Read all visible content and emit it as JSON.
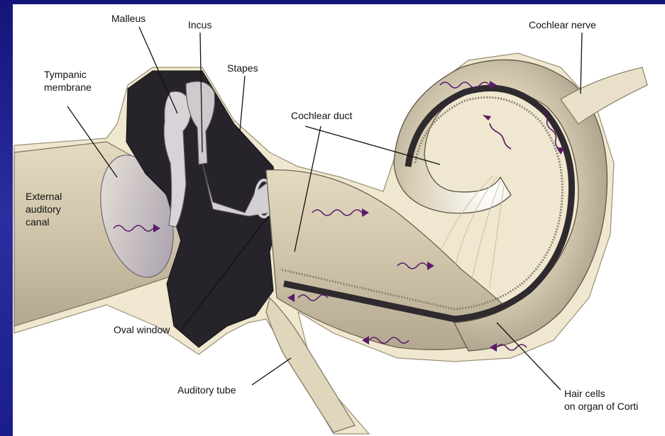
{
  "labels": {
    "malleus": "Malleus",
    "incus": "Incus",
    "stapes": "Stapes",
    "tympanic_line1": "Tympanic",
    "tympanic_line2": "membrane",
    "cochlear_duct": "Cochlear duct",
    "cochlear_nerve": "Cochlear nerve",
    "external_line1": "External",
    "external_line2": "auditory",
    "external_line3": "canal",
    "oval_window": "Oval window",
    "auditory_tube": "Auditory tube",
    "hair_cells_line1": "Hair cells",
    "hair_cells_line2": "on organ of Corti"
  },
  "colors": {
    "background": "#1c1f8c",
    "panel": "#ffffff",
    "tissue": "#e6dcc0",
    "tissue_shade": "#b8ad96",
    "cavity": "#26232a",
    "wave": "#5a1a6a"
  }
}
